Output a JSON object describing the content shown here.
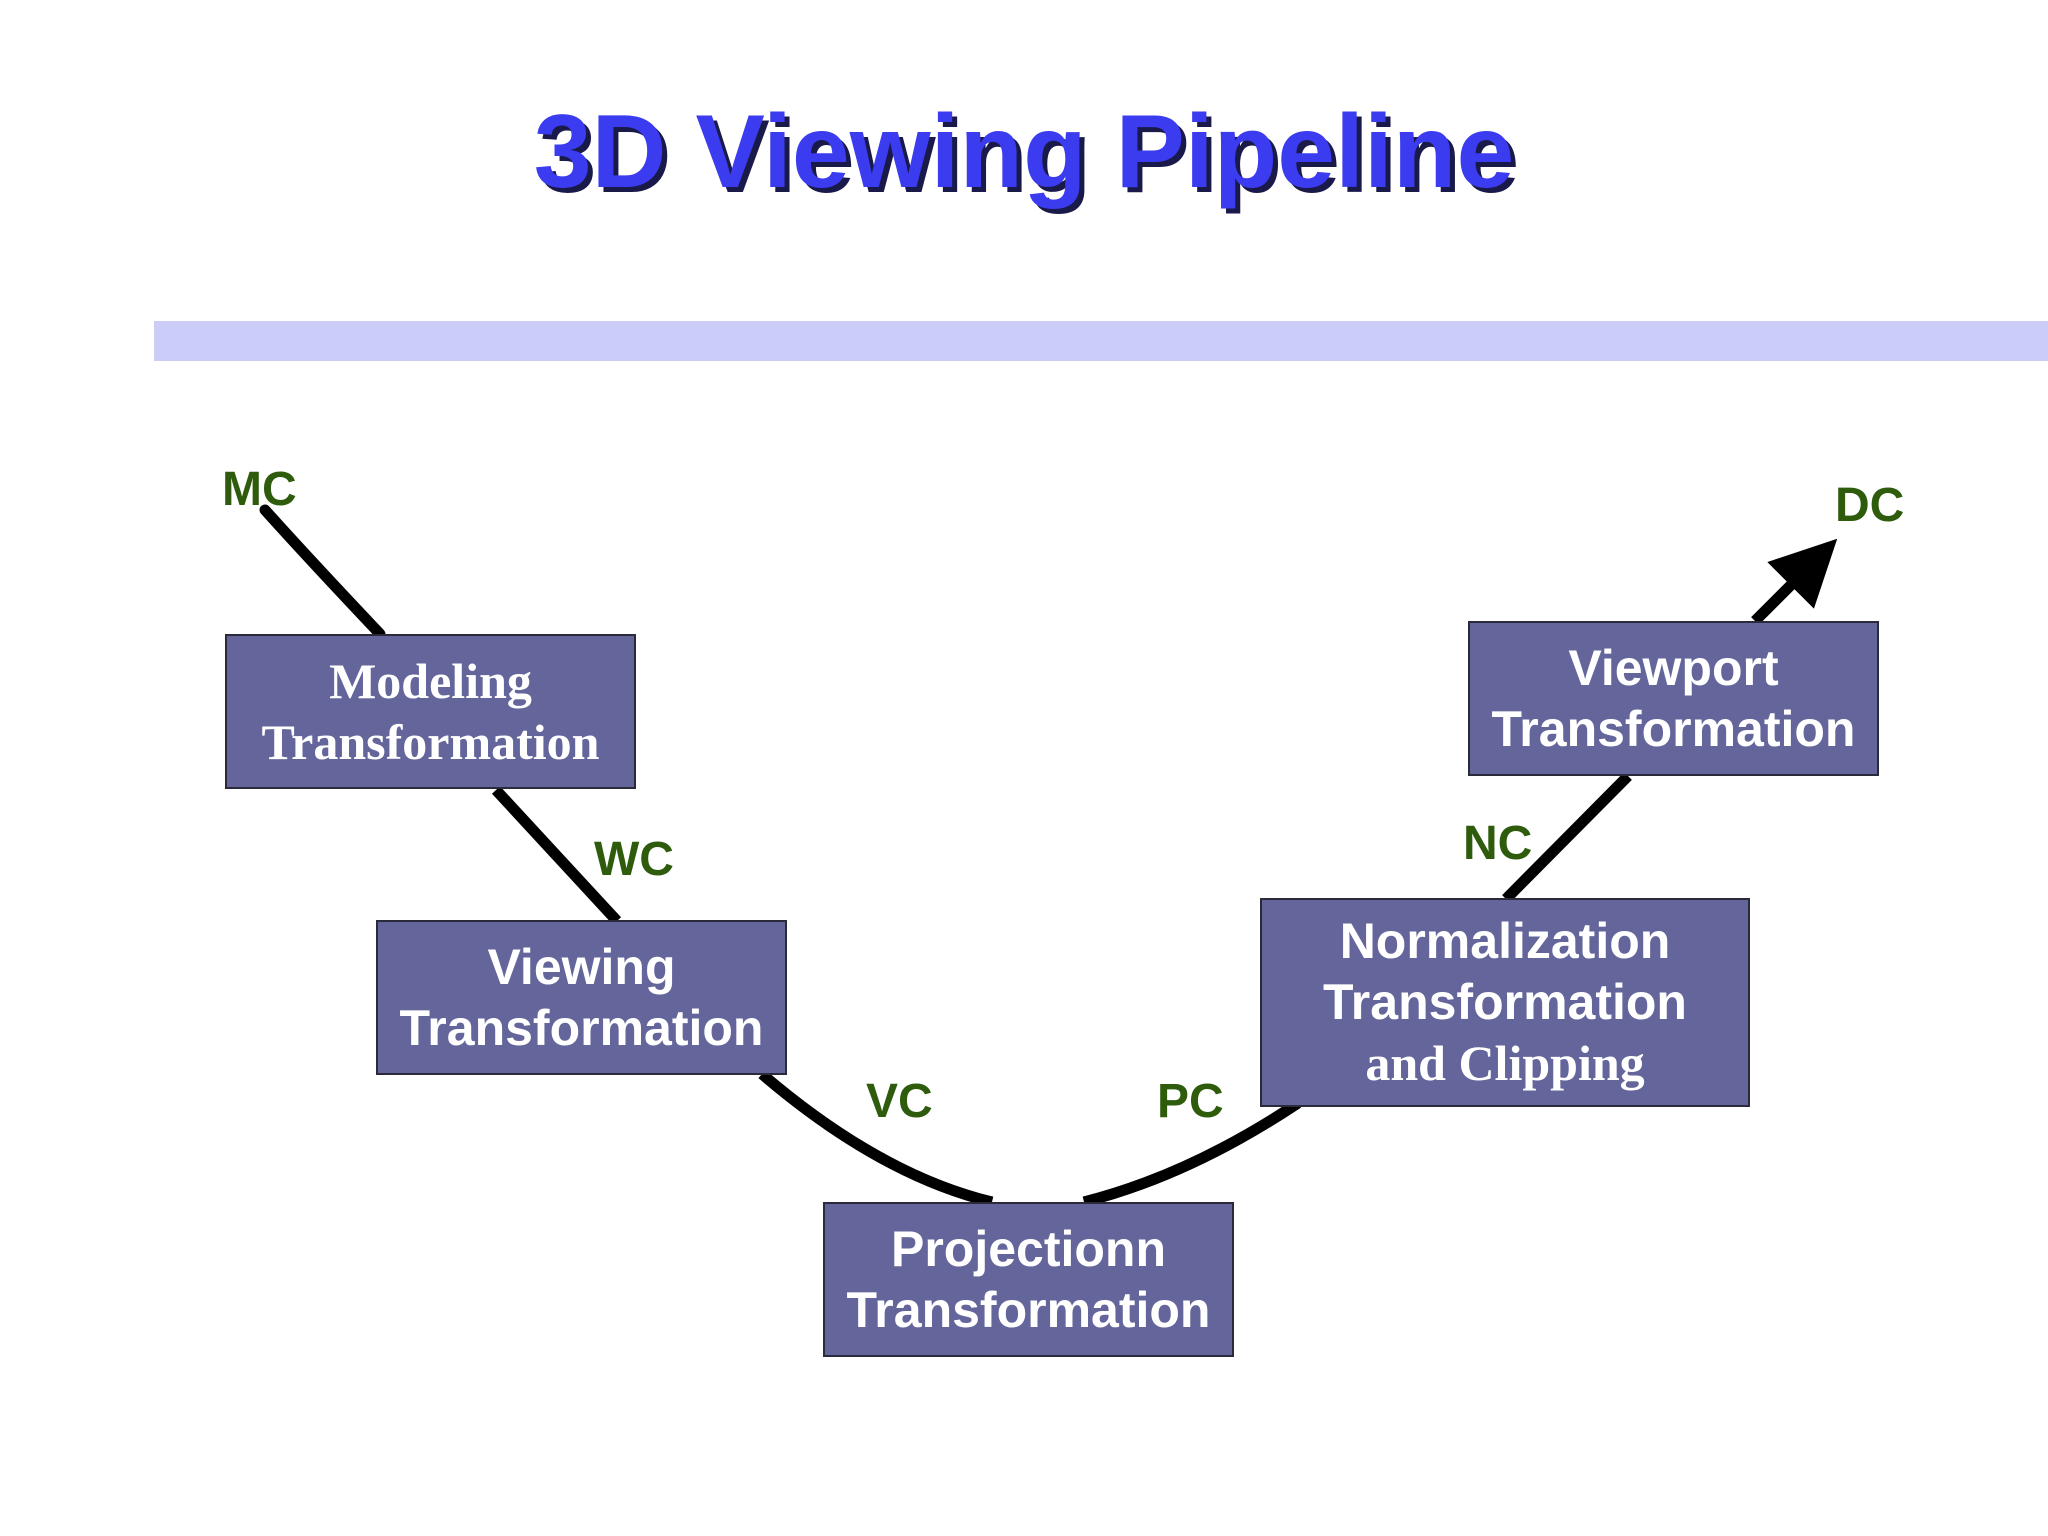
{
  "title": "3D Viewing Pipeline",
  "colors": {
    "title": "#3b3bf0",
    "title_shadow": "#1a1a4a",
    "title_bar": "#ccccf8",
    "box_fill": "#63659b",
    "box_border": "#2a2a3a",
    "coord_label": "#2e5c0c",
    "curve": "#000000"
  },
  "stages": {
    "modeling": {
      "line1": "Modeling",
      "line2": "Transformation"
    },
    "viewing": {
      "line1": "Viewing",
      "line2": "Transformation"
    },
    "projection": {
      "line1": "Projectionn",
      "line2": "Transformation"
    },
    "normalization": {
      "line1": "Normalization",
      "line2": "Transformation",
      "line3": "and Clipping"
    },
    "viewport": {
      "line1": "Viewport",
      "line2": "Transformation"
    }
  },
  "coordinates": {
    "mc": "MC",
    "wc": "WC",
    "vc": "VC",
    "pc": "PC",
    "nc": "NC",
    "dc": "DC"
  }
}
